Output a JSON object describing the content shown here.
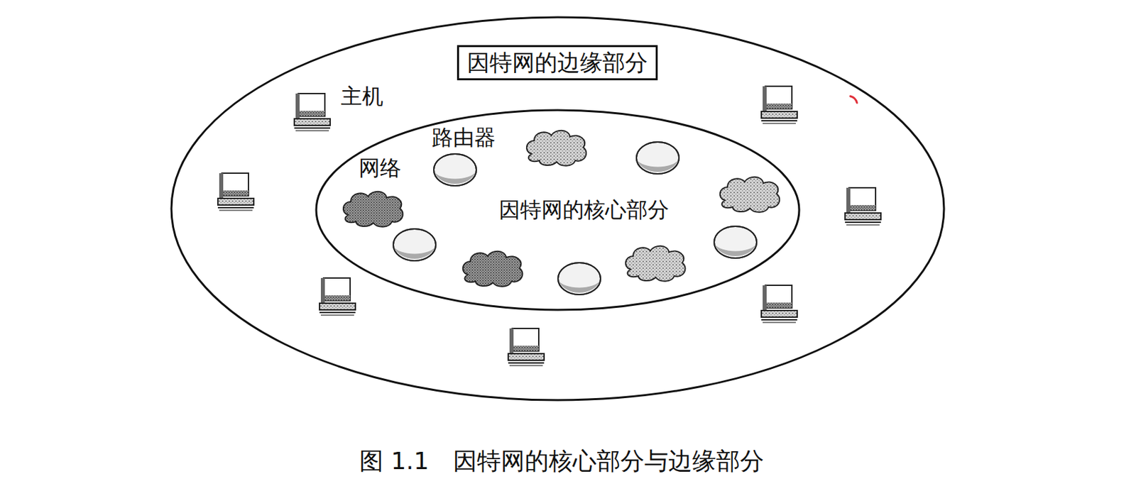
{
  "diagram": {
    "caption": "图 1.1　因特网的核心部分与边缘部分",
    "nodes": [
      {
        "text": [
          "因特网的边缘部分"
        ]
      },
      {
        "text": [
          "因特网的核心部分"
        ],
        "in": 0
      }
    ],
    "labels": [
      "主机",
      "路由器",
      "网络"
    ]
  }
}
